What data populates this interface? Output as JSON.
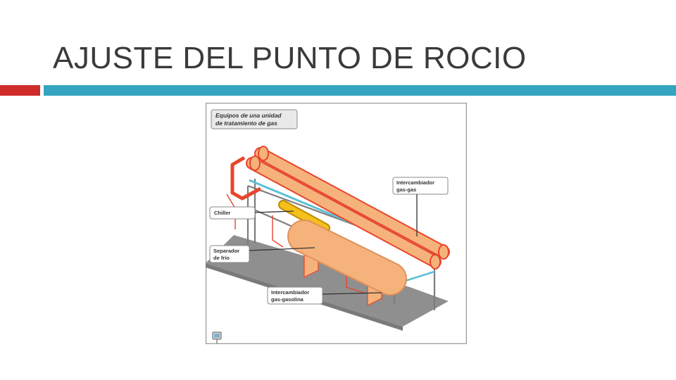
{
  "slide": {
    "title": "AJUSTE DEL PUNTO DE ROCIO"
  },
  "diagram": {
    "heading_line1": "Equipos de una unidad",
    "heading_line2": "de tratamiento de gas",
    "labels": {
      "chiller": "Chiller",
      "separator_line1": "Separador",
      "separator_line2": "de frío",
      "gas_gas_line1": "Intercambiador",
      "gas_gas_line2": "gas-gas",
      "gas_gasoline_line1": "Intercambiador",
      "gas_gasoline_line2": "gas-gasolina"
    }
  },
  "colors": {
    "accent_red": "#d02b2b",
    "accent_teal": "#35a4bf",
    "pipe_orange": "#f5b27a",
    "pipe_outline": "#e8452c",
    "floor_gray": "#8f8f8f",
    "cold_line_blue": "#5bc0d6"
  }
}
